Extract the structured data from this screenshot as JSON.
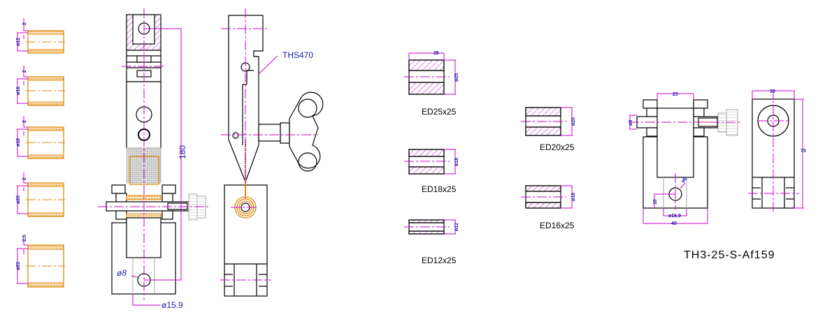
{
  "drawing": {
    "title": "TH3-25-S-Af159",
    "colors": {
      "outline": "#000000",
      "centerline": "#cc00cc",
      "dimension_text": "#1a1aa8",
      "bushing": "#e08a10",
      "hatch": "#cc00cc"
    }
  },
  "bushings": [
    {
      "wall": "2",
      "diameter": "ø12"
    },
    {
      "wall": "2",
      "diameter": "ø16"
    },
    {
      "wall": "2",
      "diameter": "ø18"
    },
    {
      "wall": "2",
      "diameter": "ø20"
    },
    {
      "wall": "2.5",
      "diameter": "ø25"
    }
  ],
  "front_view": {
    "height_dim": "180",
    "hole_dim": "ø8",
    "bore_dim": "ø15.9"
  },
  "side_view": {
    "callout": "THS470"
  },
  "sleeves": [
    {
      "label": "ED25x25",
      "length_dim": "25",
      "diameter_dim": "ø25"
    },
    {
      "label": "ED18x25",
      "diameter_dim": "ø18"
    },
    {
      "label": "ED12x25",
      "diameter_dim": "ø12"
    },
    {
      "label": "ED20x25",
      "diameter_dim": "ø20"
    },
    {
      "label": "ED16x25",
      "diameter_dim": "ø16"
    }
  ],
  "holder_front": {
    "top_dim": "25",
    "shaft_dim": "ø8",
    "hole_dim": "ø8",
    "height_dim": "10",
    "bore_dim": "ø15.9",
    "width_dim": "40"
  },
  "holder_side": {
    "width_dim": "30",
    "height_dim": "75"
  }
}
